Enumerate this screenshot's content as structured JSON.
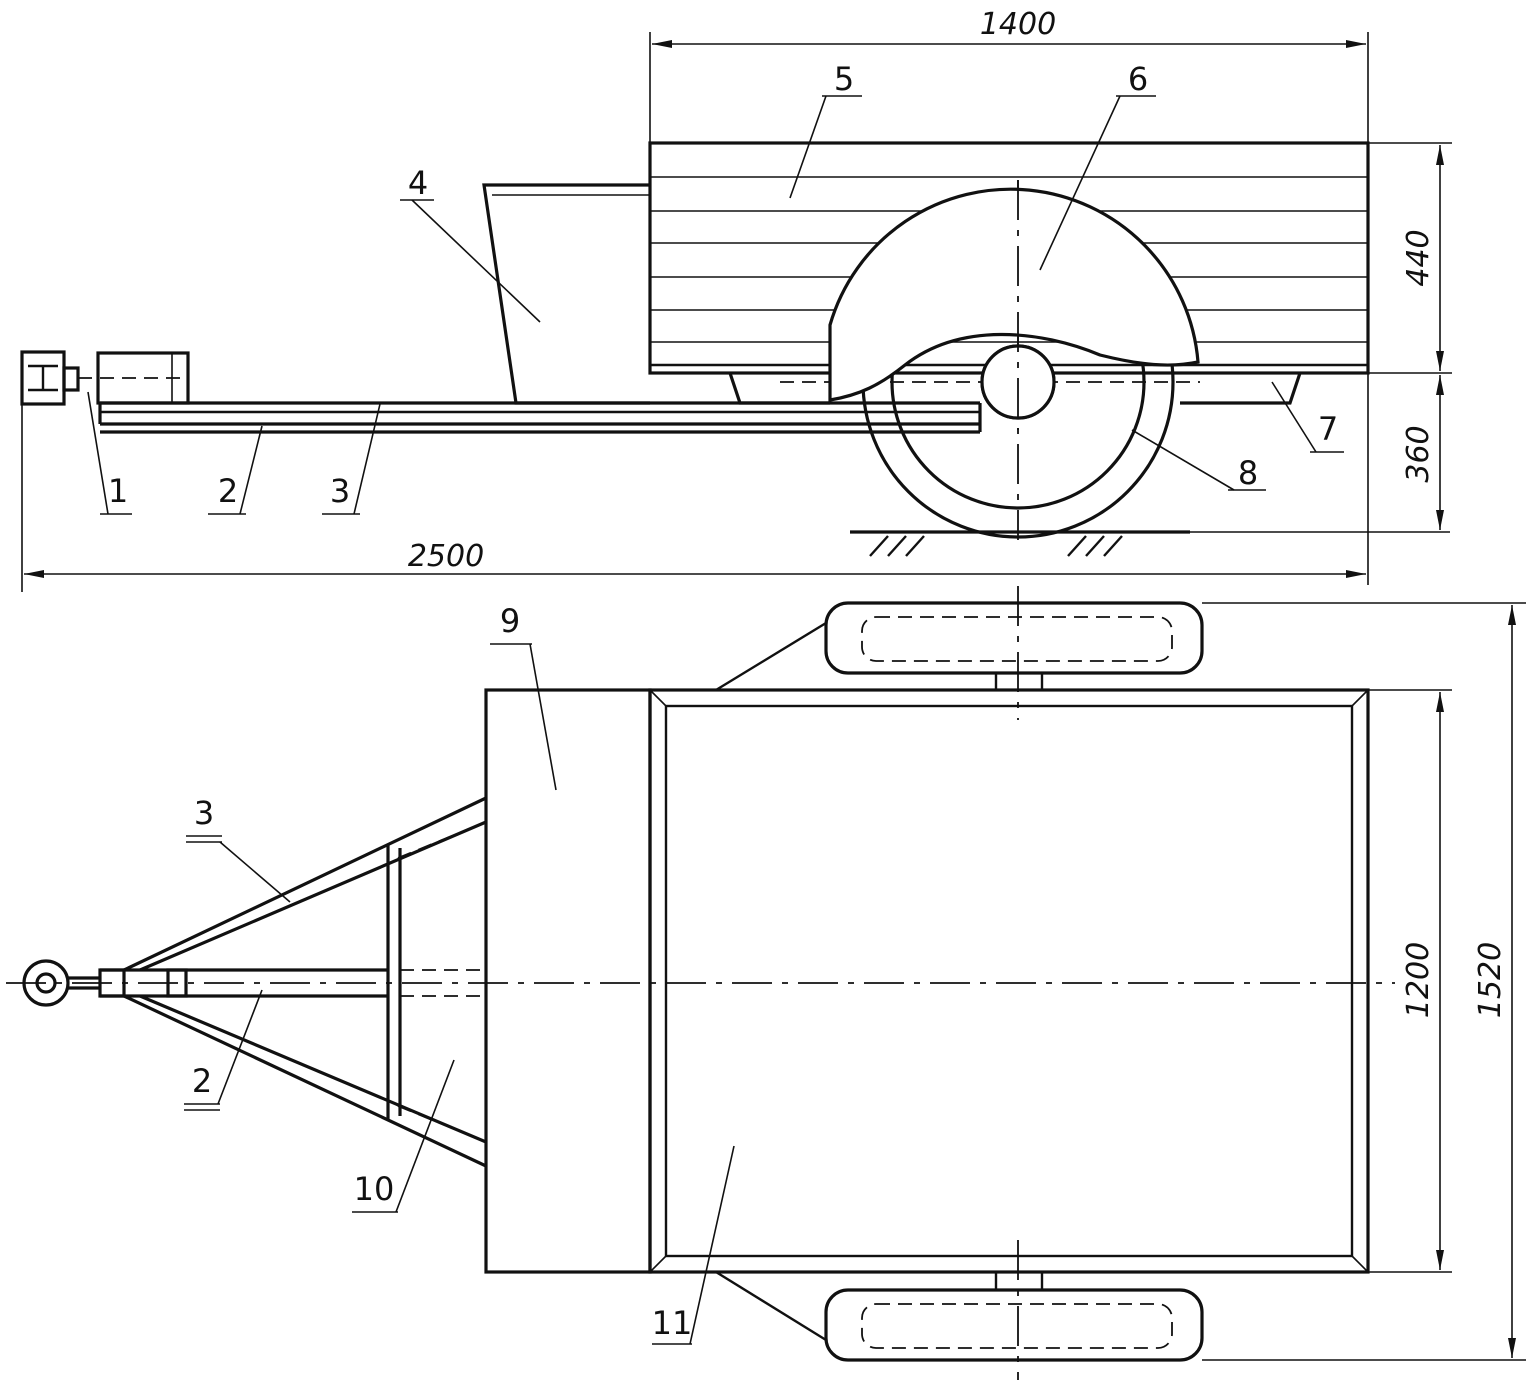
{
  "dimensions": {
    "body_length": "1400",
    "overall_length": "2500",
    "side_height": "440",
    "ground_clearance": "360",
    "inner_width": "1200",
    "overall_width": "1520"
  },
  "callouts": {
    "side_view": [
      "1",
      "2",
      "3",
      "4",
      "5",
      "6",
      "7",
      "8"
    ],
    "top_view": [
      "9",
      "3",
      "2",
      "10",
      "11"
    ]
  },
  "colors": {
    "line": "#111111",
    "background": "#ffffff"
  }
}
